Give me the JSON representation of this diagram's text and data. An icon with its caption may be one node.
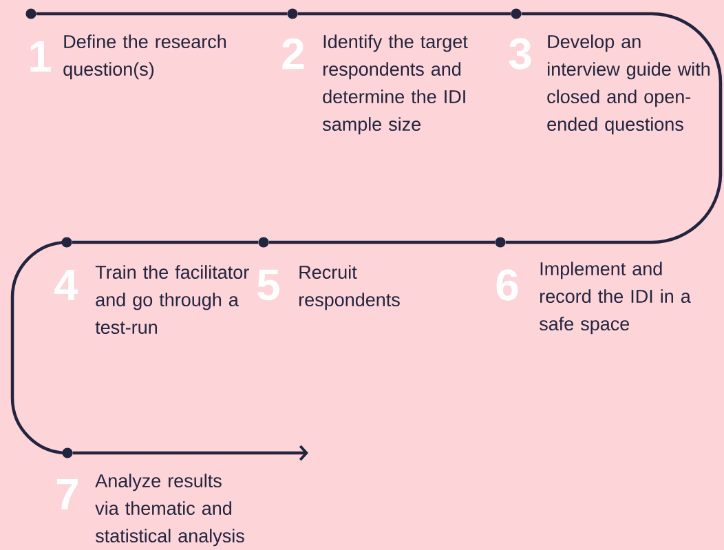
{
  "diagram": {
    "nodes": [
      {
        "text": [],
        "shape": "circle",
        "beside": [
          "1",
          "Define the research question(s)"
        ]
      },
      {
        "text": [],
        "shape": "circle",
        "beside": [
          "2",
          "Identify the target respondents and determine the IDI sample size"
        ]
      },
      {
        "text": [],
        "shape": "circle",
        "beside": [
          "3",
          "Develop an interview guide with closed and open-ended questions"
        ]
      },
      {
        "text": [],
        "shape": "circle",
        "beside": [
          "4",
          "Train the facilitator and go through a test-run"
        ]
      },
      {
        "text": [],
        "shape": "circle",
        "beside": [
          "5",
          "Recruit respondents"
        ]
      },
      {
        "text": [],
        "shape": "circle",
        "beside": [
          "6",
          "Implement and record the IDI in a safe space"
        ]
      },
      {
        "text": [],
        "shape": "circle",
        "beside": [
          "7",
          "Analyze results via thematic and statistical analysis"
        ]
      }
    ],
    "edges": [
      {
        "from": 0,
        "to": 1,
        "arrow": "none"
      },
      {
        "from": 1,
        "to": 2,
        "arrow": "none"
      },
      {
        "from": 2,
        "to": 5,
        "arrow": "none"
      },
      {
        "from": 5,
        "to": 4,
        "arrow": "none"
      },
      {
        "from": 4,
        "to": 3,
        "arrow": "none"
      },
      {
        "from": 3,
        "to": 6,
        "arrow": "none"
      },
      {
        "from": 6,
        "to": null,
        "arrow": "to"
      }
    ]
  }
}
